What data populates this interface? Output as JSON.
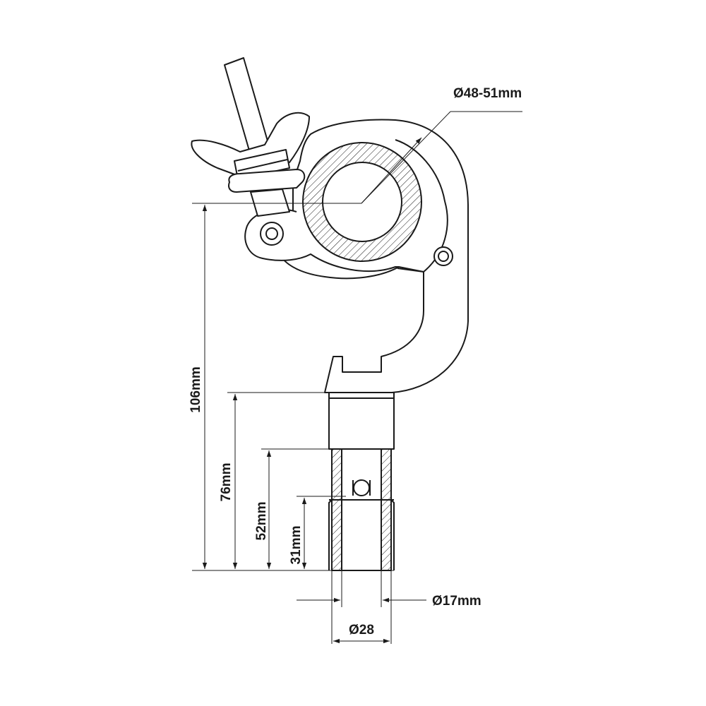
{
  "dimensions": {
    "tube_diameter": "Ø48-51mm",
    "total_height": "106mm",
    "spigot_height": "76mm",
    "hole_height": "52mm",
    "lower_section_height": "31mm",
    "inner_diameter": "Ø17mm",
    "outer_diameter": "Ø28"
  },
  "colors": {
    "line": "#1a1a1a",
    "hatch": "#1a1a1a",
    "background": "#ffffff"
  }
}
